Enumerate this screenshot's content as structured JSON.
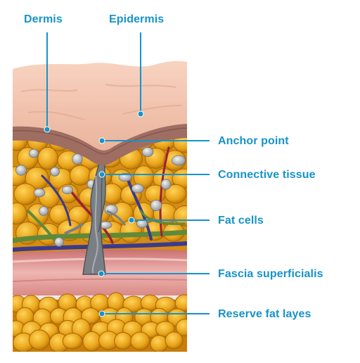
{
  "labels": {
    "dermis": "Dermis",
    "epidermis": "Epidermis",
    "anchor_point": "Anchor point",
    "connective_tissue": "Connective tissue",
    "fat_cells": "Fat cells",
    "fascia_superficialis": "Fascia superficialis",
    "reserve_fat": "Reserve fat layes"
  },
  "colors": {
    "label": "#1693c9",
    "epidermis": "#f5c7b2",
    "dermis": "#9e6e62",
    "fat": "#e8a318",
    "connective_tissue": "#7a7f86",
    "fascia": "#e8a6a4",
    "vein": "#3b3a8c",
    "artery": "#9b2234",
    "nerve": "#5f8a3a"
  }
}
